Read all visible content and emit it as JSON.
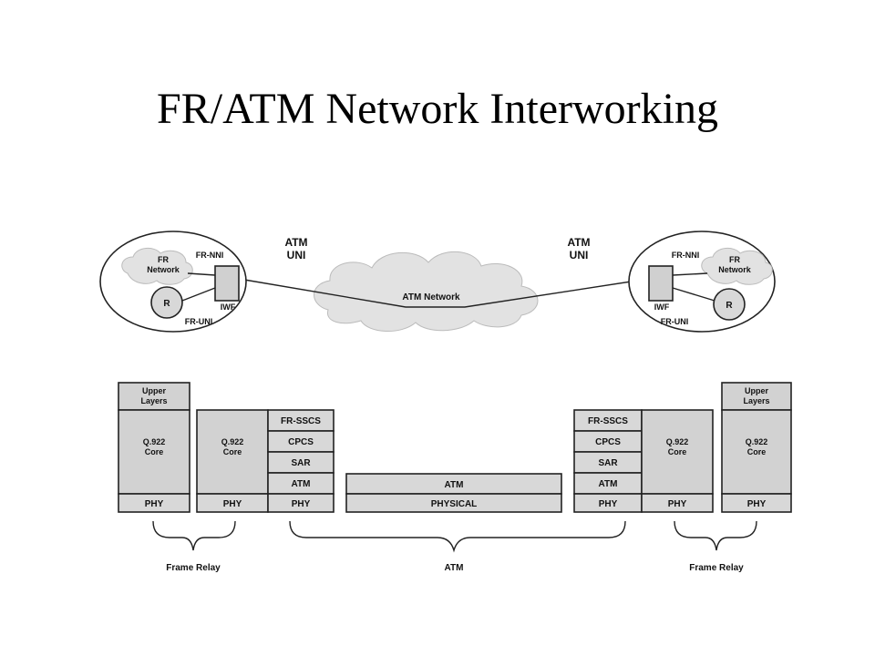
{
  "title": "FR/ATM Network Interworking",
  "top": {
    "atm_uni_left": [
      "ATM",
      "UNI"
    ],
    "atm_uni_right": [
      "ATM",
      "UNI"
    ],
    "atm_network": "ATM Network",
    "left_site": {
      "fr_nni": "FR-NNI",
      "fr_network": [
        "FR",
        "Network"
      ],
      "router": "R",
      "iwf": "IWF",
      "fr_uni": "FR-UNI"
    },
    "right_site": {
      "fr_nni": "FR-NNI",
      "fr_network": [
        "FR",
        "Network"
      ],
      "router": "R",
      "iwf": "IWF",
      "fr_uni": "FR-UNI"
    }
  },
  "stacks": {
    "s1": {
      "upper": [
        "Upper",
        "Layers"
      ],
      "core": [
        "Q.922",
        "Core"
      ],
      "phy": "PHY"
    },
    "s2": {
      "core": [
        "Q.922",
        "Core"
      ],
      "phy": "PHY"
    },
    "s3": {
      "fr_sscs": "FR-SSCS",
      "cpcs": "CPCS",
      "sar": "SAR",
      "atm": "ATM",
      "phy": "PHY"
    },
    "middle": {
      "atm": "ATM",
      "physical": "PHYSICAL"
    },
    "s4": {
      "fr_sscs": "FR-SSCS",
      "cpcs": "CPCS",
      "sar": "SAR",
      "atm": "ATM",
      "phy": "PHY"
    },
    "s5": {
      "core": [
        "Q.922",
        "Core"
      ],
      "phy": "PHY"
    },
    "s6": {
      "upper": [
        "Upper",
        "Layers"
      ],
      "core": [
        "Q.922",
        "Core"
      ],
      "phy": "PHY"
    }
  },
  "brackets": {
    "left": "Frame Relay",
    "middle": "ATM",
    "right": "Frame Relay"
  }
}
